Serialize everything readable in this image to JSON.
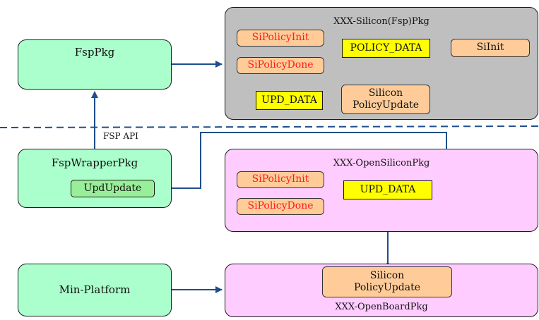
{
  "nodes": {
    "fsp_pkg": "FspPkg",
    "silicon_pkg_title": "XXX-Silicon(Fsp)Pkg",
    "si_policy_init_top": "SiPolicyInit",
    "si_policy_done_top": "SiPolicyDone",
    "policy_data": "POLICY_DATA",
    "si_init": "SiInit",
    "upd_data_top": "UPD_DATA",
    "silicon_policy_update_top": "Silicon\nPolicyUpdate",
    "fsp_api": "FSP API",
    "fsp_wrapper_pkg": "FspWrapperPkg",
    "upd_update": "UpdUpdate",
    "open_silicon_pkg_title": "XXX-OpenSiliconPkg",
    "si_policy_init_mid": "SiPolicyInit",
    "si_policy_done_mid": "SiPolicyDone",
    "upd_data_mid": "UPD_DATA",
    "min_platform": "Min-Platform",
    "silicon_policy_update_bottom": "Silicon\nPolicyUpdate",
    "open_board_pkg_title": "XXX-OpenBoardPkg"
  },
  "colors": {
    "arrow": "#1f4e8c",
    "package_green": "#aaffcc",
    "silicon_gray": "#bfbfbf",
    "open_pink": "#ffccff",
    "module_orange": "#ffcc99",
    "data_yellow": "#ffff00",
    "module_text_red": "#ff1a1a"
  }
}
